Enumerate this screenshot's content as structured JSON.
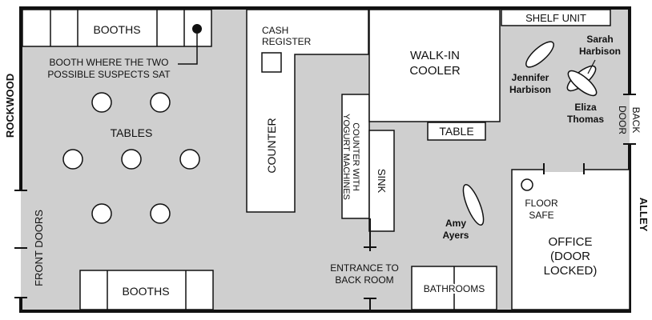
{
  "streets": {
    "left": "ROCKWOOD",
    "right": "ALLEY"
  },
  "labels": {
    "booths_top": "BOOTHS",
    "booths_bottom": "BOOTHS",
    "booth_note_line1": "BOOTH WHERE THE TWO",
    "booth_note_line2": "POSSIBLE SUSPECTS SAT",
    "tables": "TABLES",
    "front_doors": "FRONT DOORS",
    "cash_register_line1": "CASH",
    "cash_register_line2": "REGISTER",
    "counter": "COUNTER",
    "counter_yogurt_line1": "COUNTER WITH",
    "counter_yogurt_line2": "YOGURT MACHINES",
    "sink": "SINK",
    "walk_in_line1": "WALK-IN",
    "walk_in_line2": "COOLER",
    "table": "TABLE",
    "shelf_unit": "SHELF UNIT",
    "back_door_line1": "BACK",
    "back_door_line2": "DOOR",
    "floor_safe_line1": "FLOOR",
    "floor_safe_line2": "SAFE",
    "office_line1": "OFFICE",
    "office_line2": "(DOOR",
    "office_line3": "LOCKED)",
    "entrance_line1": "ENTRANCE TO",
    "entrance_line2": "BACK ROOM",
    "bathrooms": "BATHROOMS"
  },
  "victims": {
    "jennifer_line1": "Jennifer",
    "jennifer_line2": "Harbison",
    "sarah_line1": "Sarah",
    "sarah_line2": "Harbison",
    "eliza_line1": "Eliza",
    "eliza_line2": "Thomas",
    "amy_line1": "Amy",
    "amy_line2": "Ayers"
  },
  "colors": {
    "floor": "#cfcfcf",
    "wall": "#111111",
    "furniture": "#ffffff"
  }
}
